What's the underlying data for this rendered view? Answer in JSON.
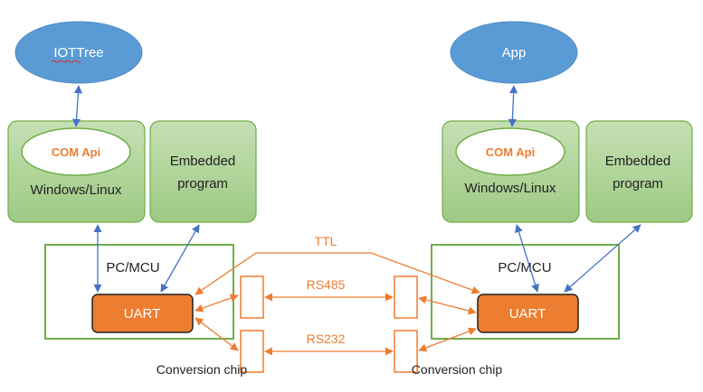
{
  "nodes": {
    "iottree": "IOTTree",
    "app": "App",
    "com_api_left": "COM Api",
    "com_api_right": "COM Api",
    "os_left": "Windows/Linux",
    "os_right": "Windows/Linux",
    "embedded_left_line1": "Embedded",
    "embedded_left_line2": "program",
    "embedded_right_line1": "Embedded",
    "embedded_right_line2": "program",
    "pcmcu_left": "PC/MCU",
    "pcmcu_right": "PC/MCU",
    "uart_left": "UART",
    "uart_right": "UART",
    "conv_chip_left": "Conversion chip",
    "conv_chip_right": "Conversion chip"
  },
  "links": {
    "ttl": "TTL",
    "rs485": "RS485",
    "rs232": "RS232"
  },
  "colors": {
    "ellipse_blue": "#5b9bd5",
    "green_fill": "#a9d18e",
    "green_border": "#70ad47",
    "orange": "#ed7d31",
    "blue_arrow": "#4472c4"
  }
}
